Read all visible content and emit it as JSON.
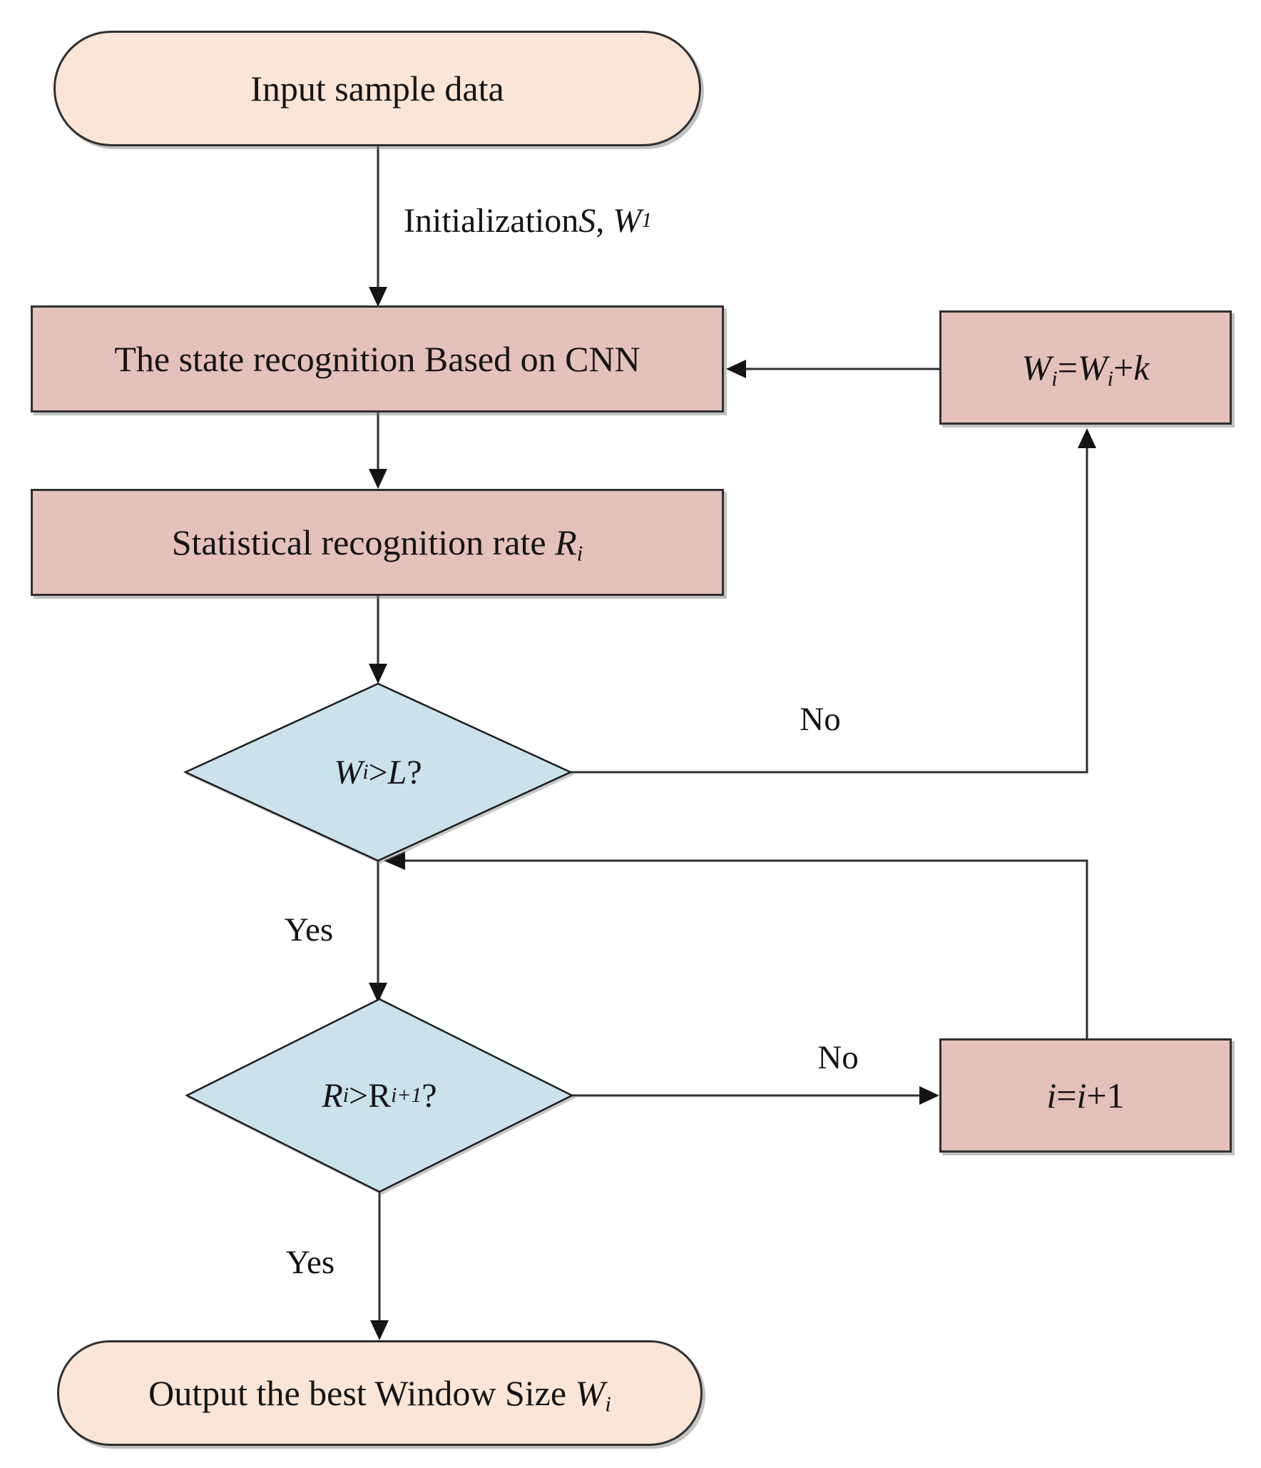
{
  "colors": {
    "terminal_fill": "#FBE5D6",
    "process_fill": "#E5C1BC",
    "decision_fill": "#C9E2EC",
    "outline": "#2F2F2F",
    "connector": "#2F2F2F",
    "text": "#141414",
    "background": "#FFFFFF"
  },
  "nodes": {
    "input": {
      "label": "Input sample data"
    },
    "cnn": {
      "label": "The state recognition Based on CNN"
    },
    "stat": {
      "text": "Statistical recognition rate ",
      "var": "R",
      "sub": "i"
    },
    "decision1": {
      "var1": "W",
      "sub1": "i",
      "op": ">",
      "var2": "L",
      "q": "?"
    },
    "wk": {
      "var1": "W",
      "sub1": "i",
      "eq": "=",
      "var2": "W",
      "sub2": "i",
      "plus": "+",
      "k": "k"
    },
    "decision2": {
      "var1": "R",
      "sub1": "i",
      "op": ">",
      "var2": "R",
      "sub2": "i+1",
      "q": "?"
    },
    "inc": {
      "i1": "i",
      "eq": "=",
      "i2": "i",
      "plus1": "+1"
    },
    "output": {
      "text": "Output the best Window Size ",
      "var": "W",
      "sub": "i"
    }
  },
  "edge_labels": {
    "init_text": "Initialization ",
    "init_s": "S",
    "init_comma": ", ",
    "init_w": "W",
    "init_sub": "1",
    "no1": "No",
    "yes1": "Yes",
    "no2": "No",
    "yes2": "Yes"
  }
}
